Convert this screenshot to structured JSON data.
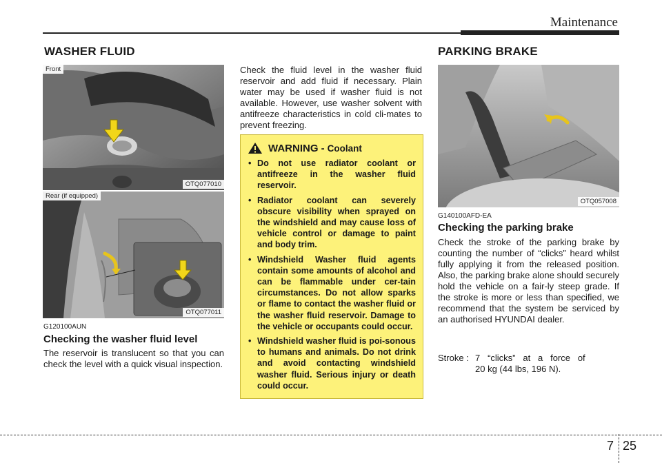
{
  "header": {
    "title": "Maintenance"
  },
  "washer": {
    "section_title": "WASHER FLUID",
    "photo_top": {
      "label": "Front",
      "code": "OTQ077010"
    },
    "photo_bottom": {
      "label": "Rear (if equipped)",
      "code": "OTQ077011"
    },
    "ref_code": "G120100AUN",
    "subhead": "Checking the washer fluid level",
    "body": "The reservoir is translucent so that you can check the level with a quick visual inspection."
  },
  "middle": {
    "body": "Check the fluid level in the washer fluid reservoir and add fluid if necessary. Plain water may be used if washer fluid is not available. However, use washer solvent with antifreeze characteristics in cold cli-mates to prevent freezing.",
    "warning": {
      "title": "WARNING -",
      "subtitle": "Coolant",
      "items": [
        "Do not use radiator coolant or antifreeze in the washer fluid reservoir.",
        "Radiator coolant can severely obscure visibility when sprayed on the windshield and may cause loss of vehicle control or damage to paint and body trim.",
        "Windshield Washer fluid agents contain some amounts of alcohol and can be flammable under cer-tain circumstances. Do not allow sparks or flame to contact the washer fluid or the washer fluid reservoir. Damage to the vehicle or occupants could occur.",
        "Windshield washer fluid is poi-sonous to humans and animals. Do not drink and avoid contacting windshield washer fluid. Serious injury or death could occur."
      ]
    }
  },
  "parking": {
    "section_title": "PARKING BRAKE",
    "photo_code": "OTQ057008",
    "ref_code": "G140100AFD-EA",
    "subhead": "Checking the parking brake",
    "body": "Check the stroke of the parking brake by counting the number of “clicks” heard whilst fully applying it from the released position. Also, the parking brake alone should securely hold the vehicle on a fair-ly steep grade. If the stroke is more or less than specified, we recommend that the system be serviced by an authorised HYUNDAI dealer.",
    "stroke_label": "Stroke :",
    "stroke_line1": "7   “clicks”   at   a   force   of",
    "stroke_line2": "20 kg (44 lbs, 196 N)."
  },
  "footer": {
    "chapter": "7",
    "page": "25"
  }
}
